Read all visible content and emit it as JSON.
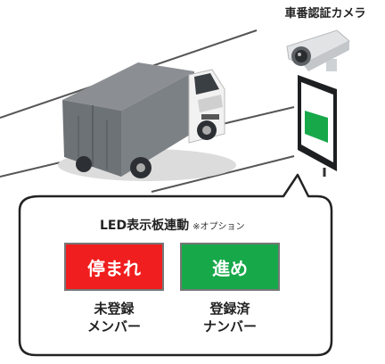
{
  "camera_label": "車番認証カメラ",
  "panel": {
    "title": "LED表示板連動",
    "option_note": "※オプション"
  },
  "signs": {
    "stop": {
      "label": "停まれ",
      "color": "#f01e1e"
    },
    "go": {
      "label": "進め",
      "color": "#17a84a"
    }
  },
  "captions": {
    "unregistered": [
      "未登録",
      "メンバー"
    ],
    "registered": [
      "登録済",
      "ナンバー"
    ]
  }
}
